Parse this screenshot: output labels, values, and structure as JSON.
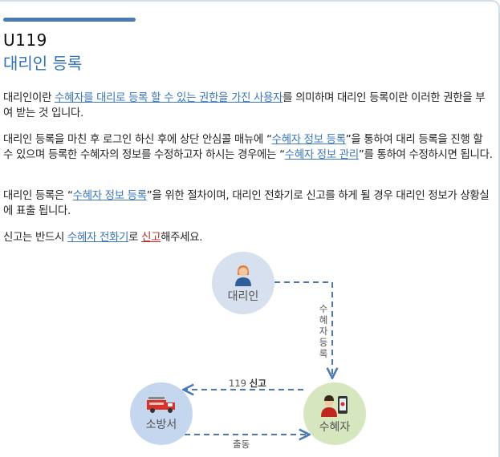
{
  "header": {
    "code": "U119",
    "title": "대리인 등록"
  },
  "body": {
    "p1_a": "대리인이란 ",
    "p1_link": "수혜자를 대리로 등록 할 수 있는 권한을 가진 사용자",
    "p1_b": "를 의미하며 대리인 등록이란 이러한 권한을 부여 받는 것 입니다.",
    "p2_a": "대리인 등록을 마친 후 로그인 하신 후에 상단 안심콜 매뉴에 “",
    "p2_link1": "수혜자 정보 등록",
    "p2_b": "”을 통하여 대리 등록을 진행 할 수 있으며 등록한 수혜자의 정보를 수정하고자 하시는 경우에는 “",
    "p2_link2": "수혜자 정보 관리",
    "p2_c": "”를 통하여 수정하시면 됩니다.",
    "p3_a": "대리인 등록은 “",
    "p3_link": "수혜자 정보 등록",
    "p3_b": "”을 위한 절차이며, 대리인 전화기로 신고를 하게 될 경우 대리인 정보가 상황실에 표출 됩니다.",
    "p4_a": "신고는 반드시 ",
    "p4_link": "수혜자 전화기",
    "p4_b": "로 ",
    "p4_link_red": "신고",
    "p4_c": "해주세요."
  },
  "diagram": {
    "agent_label": "대리인",
    "fire_label": "소방서",
    "recipient_label": "수혜자",
    "edge_register": "수혜자등록",
    "edge_report_num": "119 ",
    "edge_report_word": "신고",
    "edge_dispatch": "출동",
    "colors": {
      "arrow": "#4a79b3",
      "agent_node": "#d6e0ee",
      "fire_node": "#c4d7ef",
      "recipient_node": "#d6e6be"
    },
    "icons": [
      "person-icon",
      "fire-truck-icon",
      "phone-alert-icon"
    ]
  }
}
